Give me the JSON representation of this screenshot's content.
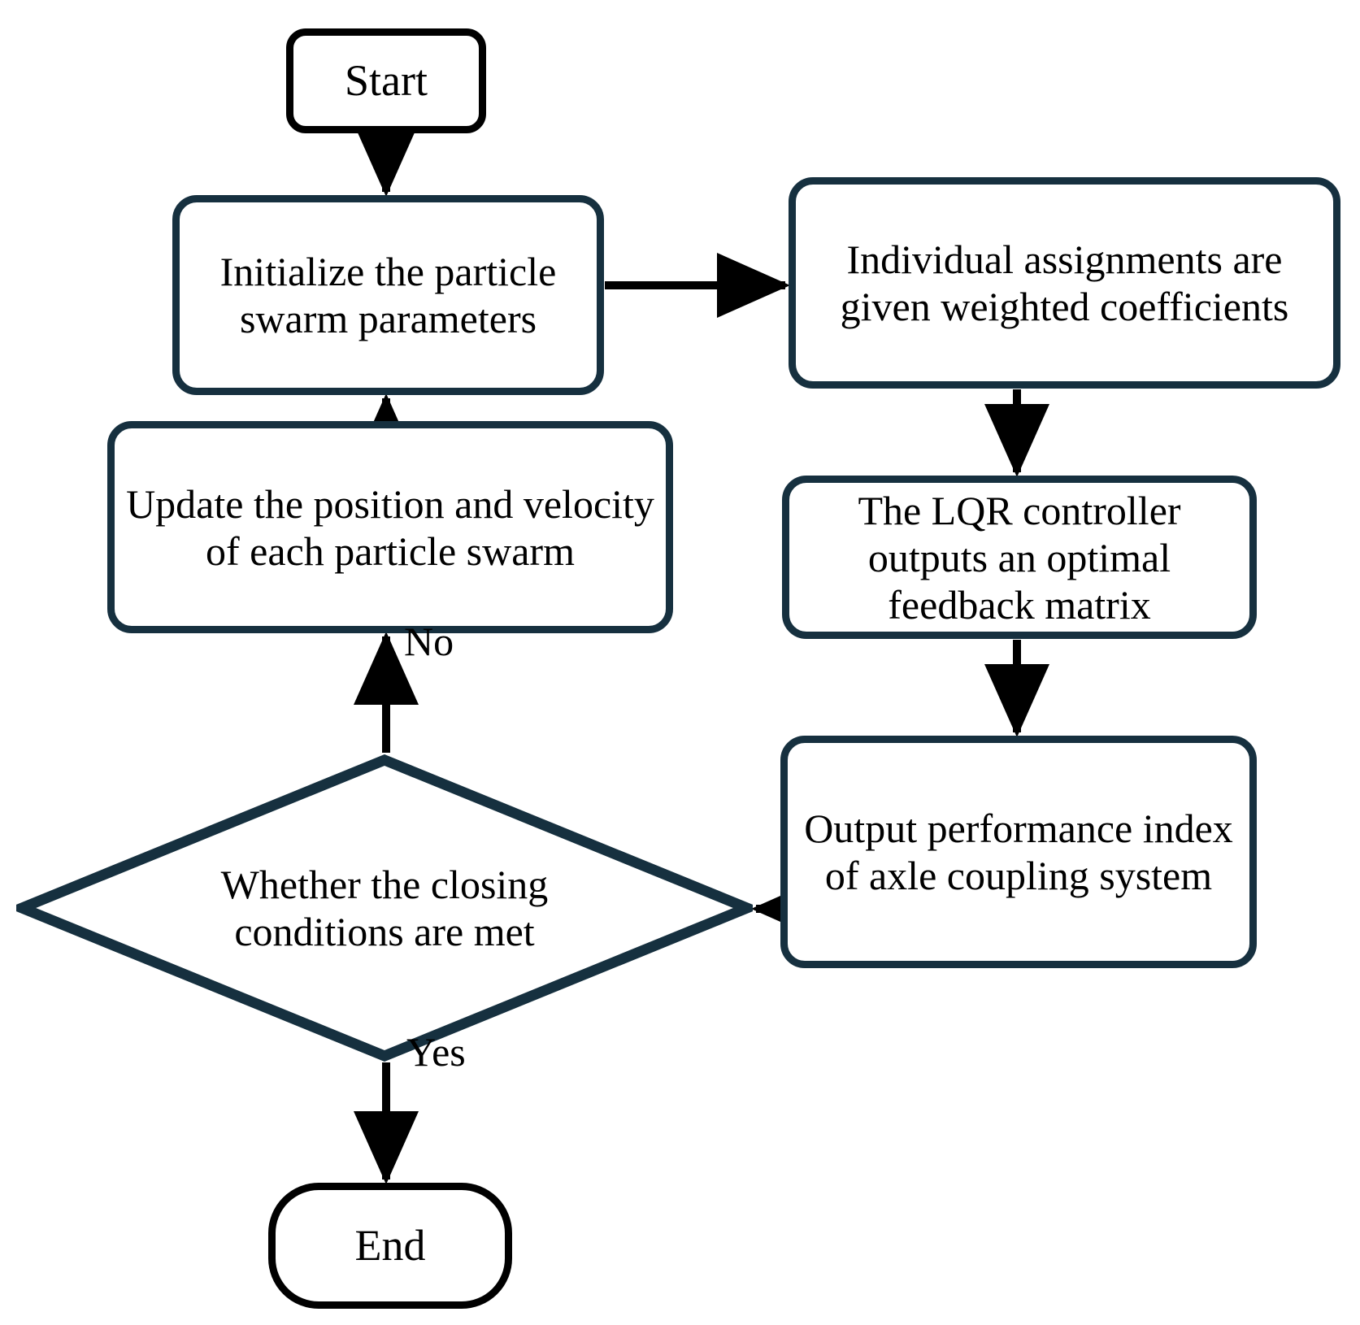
{
  "diagram": {
    "title": "PSO-LQR optimization flowchart",
    "type": "flowchart",
    "colors": {
      "terminal_border": "#000000",
      "process_border": "#16303f",
      "arrow": "#000000",
      "background": "#ffffff",
      "text": "#000000"
    },
    "nodes": [
      {
        "id": "start",
        "shape": "terminal",
        "label": "Start"
      },
      {
        "id": "init",
        "shape": "process",
        "label": "Initialize the particle swarm parameters"
      },
      {
        "id": "weights",
        "shape": "process",
        "label": "Individual assignments are given weighted coefficients"
      },
      {
        "id": "update",
        "shape": "process",
        "label": "Update the position and velocity of each particle swarm"
      },
      {
        "id": "lqr",
        "shape": "process",
        "label": "The LQR controller outputs an optimal feedback matrix"
      },
      {
        "id": "output",
        "shape": "process",
        "label": "Output performance index of axle coupling system"
      },
      {
        "id": "decision",
        "shape": "diamond",
        "label": "Whether the closing conditions are met"
      },
      {
        "id": "end",
        "shape": "terminal",
        "label": "End"
      }
    ],
    "edges": [
      {
        "from": "start",
        "to": "init",
        "label": ""
      },
      {
        "from": "init",
        "to": "weights",
        "label": ""
      },
      {
        "from": "weights",
        "to": "lqr",
        "label": ""
      },
      {
        "from": "lqr",
        "to": "output",
        "label": ""
      },
      {
        "from": "output",
        "to": "decision",
        "label": ""
      },
      {
        "from": "decision",
        "to": "update",
        "label": "No"
      },
      {
        "from": "update",
        "to": "init",
        "label": ""
      },
      {
        "from": "decision",
        "to": "end",
        "label": "Yes"
      }
    ],
    "branch_labels": {
      "no": "No",
      "yes": "Yes"
    }
  }
}
